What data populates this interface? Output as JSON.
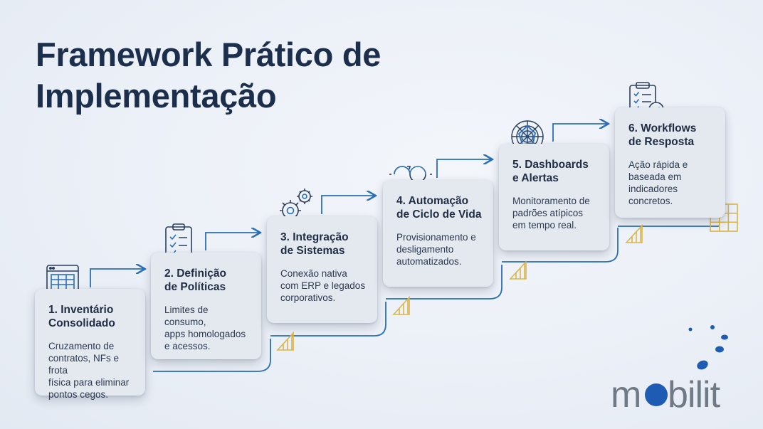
{
  "title": {
    "line1": "Framework Prático de",
    "line2": "Implementação"
  },
  "steps": [
    {
      "title_line1": "1. Inventário",
      "title_line2": "Consolidado",
      "desc": [
        "Cruzamento de",
        "contratos, NFs e frota",
        "física para eliminar",
        "pontos cegos."
      ],
      "icon": "spreadsheet-icon"
    },
    {
      "title_line1": "2. Definição",
      "title_line2": "de Políticas",
      "desc": [
        "Limites de consumo,",
        "apps homologados",
        "e acessos."
      ],
      "icon": "clipboard-checklist-icon"
    },
    {
      "title_line1": "3. Integração",
      "title_line2": "de Sistemas",
      "desc": [
        "Conexão nativa",
        "com ERP e legados",
        "corporativos."
      ],
      "icon": "gears-icon"
    },
    {
      "title_line1": "4. Automação",
      "title_line2": "de Ciclo de Vida",
      "desc": [
        "Provisionamento e",
        "desligamento",
        "automatizados."
      ],
      "icon": "lifecycle-arrows-icon"
    },
    {
      "title_line1": "5. Dashboards",
      "title_line2": "e Alertas",
      "desc": [
        "Monitoramento de",
        "padrões atípicos",
        "em tempo real."
      ],
      "icon": "radar-chart-icon"
    },
    {
      "title_line1": "6. Workflows",
      "title_line2": "de Resposta",
      "desc": [
        "Ação rápida e",
        "baseada em",
        "indicadores",
        "concretos."
      ],
      "icon": "checklist-approved-icon"
    }
  ],
  "brand": {
    "logo_text": "mobilit"
  },
  "colors": {
    "accent_blue": "#2a6fb8",
    "gold": "#d9b54a",
    "title": "#1b2e4b",
    "card": "#e4e8ef",
    "brand_gray": "#707a86",
    "brand_blue": "#1e5cb3"
  }
}
